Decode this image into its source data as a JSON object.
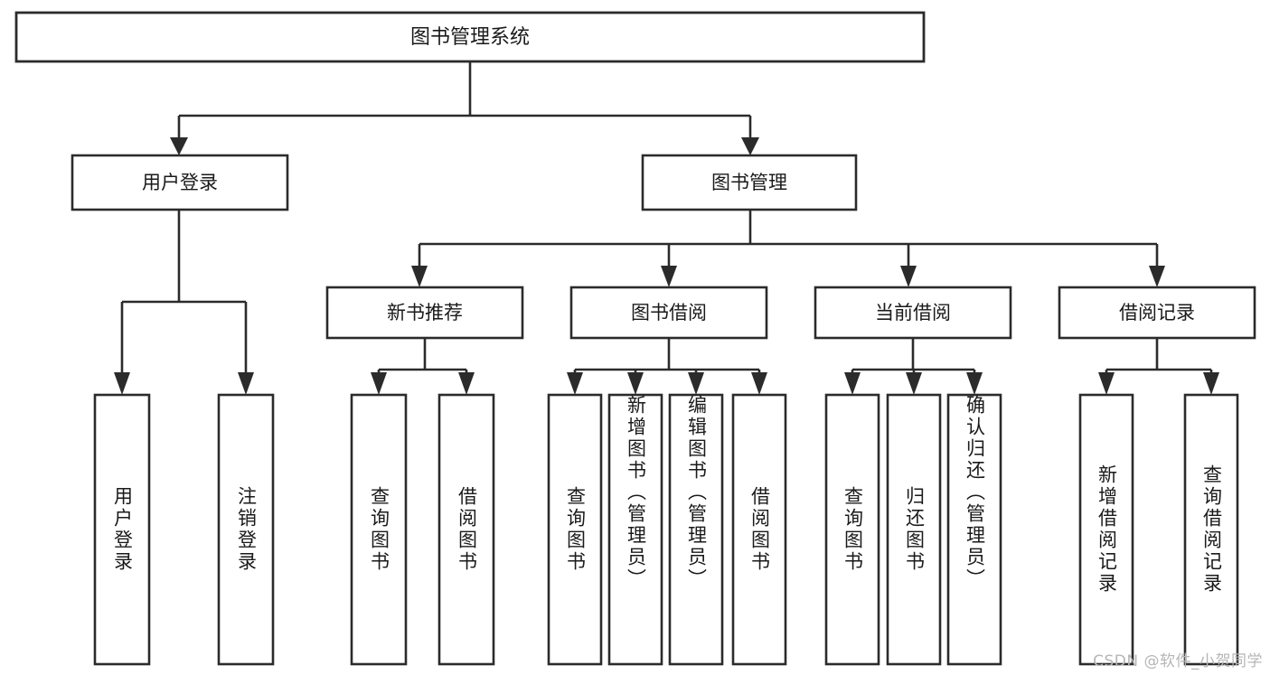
{
  "diagram": {
    "type": "tree",
    "title": "图书管理系统",
    "watermark": "CSDN @软件_小贺同学",
    "colors": {
      "stroke": "#2b2b2b",
      "fill": "#ffffff",
      "text": "#1a1a1a",
      "watermark": "#b6b6b6",
      "background": "#ffffff"
    },
    "root": {
      "label": "图书管理系统"
    },
    "level1": [
      {
        "label": "用户登录"
      },
      {
        "label": "图书管理"
      }
    ],
    "level2": [
      {
        "label": "新书推荐"
      },
      {
        "label": "图书借阅"
      },
      {
        "label": "当前借阅"
      },
      {
        "label": "借阅记录"
      }
    ],
    "leaves": {
      "user_login": [
        {
          "label": "用户登录"
        },
        {
          "label": "注销登录"
        }
      ],
      "new_book_recommend": [
        {
          "label": "查询图书"
        },
        {
          "label": "借阅图书"
        }
      ],
      "book_borrow": [
        {
          "label": "查询图书"
        },
        {
          "label": "新增图书（管理员）"
        },
        {
          "label": "编辑图书（管理员）"
        },
        {
          "label": "借阅图书"
        }
      ],
      "current_borrow": [
        {
          "label": "查询图书"
        },
        {
          "label": "归还图书"
        },
        {
          "label": "确认归还（管理员）"
        }
      ],
      "borrow_record": [
        {
          "label": "新增借阅记录"
        },
        {
          "label": "查询借阅记录"
        }
      ]
    }
  }
}
